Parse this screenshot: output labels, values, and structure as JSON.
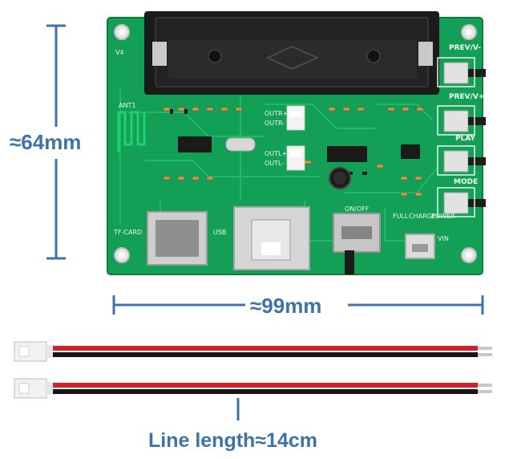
{
  "dimensions": {
    "height": "≈64mm",
    "width": "≈99mm",
    "line_length": "Line length≈14cm"
  },
  "board": {
    "version": "V4",
    "ant": "ANT1",
    "tf_card": "TF-CARD",
    "usb": "USB",
    "on_off": "ON/OFF",
    "vin": "VIN",
    "outr_plus": "OUTR+",
    "outr_minus": "OUTR-",
    "outl_plus": "OUTL+",
    "outl_minus": "OUTL-",
    "led_full": "FULL",
    "led_charge": "CHARGE",
    "led_power": "POWER",
    "buttons": [
      {
        "label": "PREV/V-"
      },
      {
        "label": "PREV/V+"
      },
      {
        "label": "PLAY"
      },
      {
        "label": "MODE"
      }
    ]
  },
  "colors": {
    "accent": "#3f73a8",
    "pcb": "#13a45a",
    "wire_red": "#d81f26",
    "wire_black": "#151515"
  }
}
